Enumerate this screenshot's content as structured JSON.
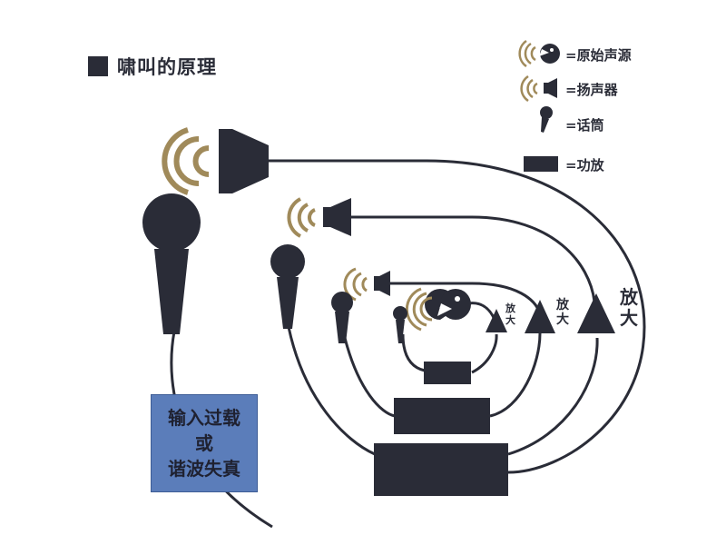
{
  "title": "啸叫的原理",
  "legend": {
    "source": "=原始声源",
    "speaker": "=扬声器",
    "mic": "=话筒",
    "amp": "=功放"
  },
  "amp_labels": {
    "small_1": "放",
    "small_2": "大",
    "medium_1": "放",
    "medium_2": "大",
    "large_1": "放",
    "large_2": "大"
  },
  "note": {
    "line1": "输入过载",
    "line2": "或",
    "line3": "谐波失真"
  },
  "colors": {
    "dark": "#2a2c37",
    "wave": "#a08a5a",
    "box": "#5b7dba"
  }
}
